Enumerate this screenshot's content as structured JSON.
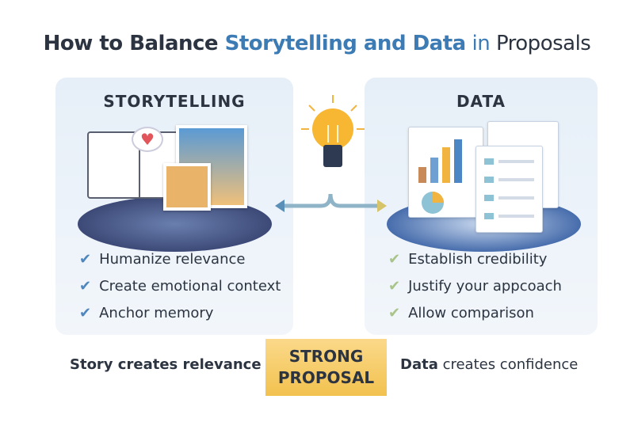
{
  "title": {
    "part1": "How to Balance ",
    "part2": "Storytelling and Data",
    "part3": " in ",
    "part4": "Proposals"
  },
  "storytelling": {
    "heading": "STORYTELLING",
    "items": [
      "Humanize relevance",
      "Create emotional context",
      "Anchor memory"
    ]
  },
  "data": {
    "heading": "DATA",
    "items": [
      "Establish credibility",
      "Justify your appcoach",
      "Allow comparison"
    ]
  },
  "center": {
    "line1": "STRONG",
    "line2": "PROPOSAL"
  },
  "footer": {
    "left": "Story creates relevance",
    "right_bold": "Data",
    "right_rest": " creates confidence"
  },
  "icons": {
    "check": "check-icon",
    "heart": "heart-icon",
    "bulb": "lightbulb-icon"
  },
  "colors": {
    "accent": "#3d7bb5",
    "gold": "#f2c24f"
  }
}
